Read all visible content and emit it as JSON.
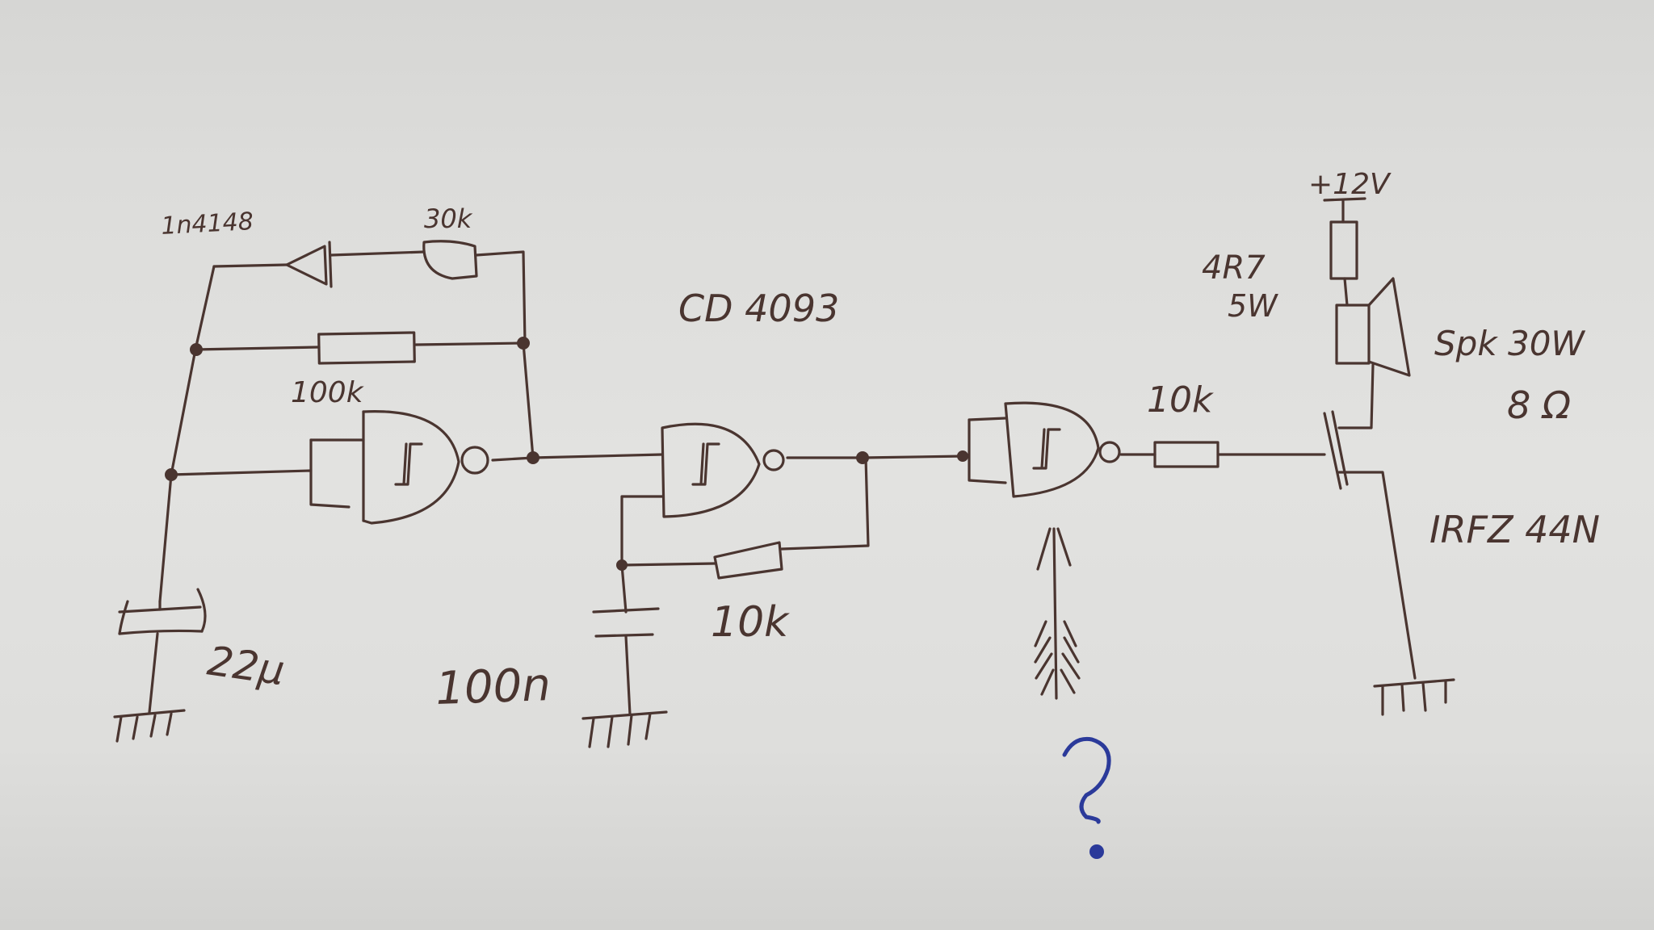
{
  "labels": {
    "diode": "1n4148",
    "r_30k": "30k",
    "r_100k": "100k",
    "ic": "CD 4093",
    "c_22u": "22µ",
    "c_100n": "100n",
    "r_10k_fb": "10k",
    "r_10k_gate": "10k",
    "r_4r7_value": "4R7",
    "r_4r7_power": "5W",
    "supply": "+12V",
    "speaker_line1": "Spk 30W",
    "speaker_line2": "8 Ω",
    "mosfet": "IRFZ 44N",
    "question": "?"
  },
  "colors": {
    "ink": "#4a3530",
    "question_ink": "#2b3a9a",
    "paper": "#e0e0de"
  }
}
